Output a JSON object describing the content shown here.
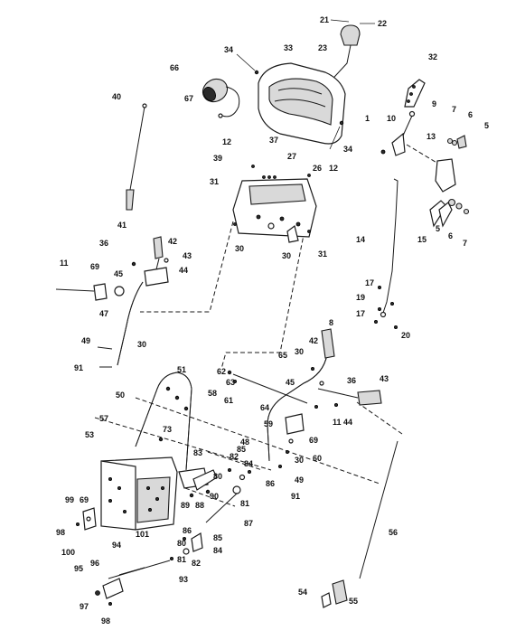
{
  "diagram": {
    "callouts": [
      {
        "id": "c21",
        "text": "21"
      },
      {
        "id": "c22",
        "text": "22"
      },
      {
        "id": "c34a",
        "text": "34"
      },
      {
        "id": "c33",
        "text": "33"
      },
      {
        "id": "c23",
        "text": "23"
      },
      {
        "id": "c32",
        "text": "32"
      },
      {
        "id": "c66",
        "text": "66"
      },
      {
        "id": "c67",
        "text": "67"
      },
      {
        "id": "c40",
        "text": "40"
      },
      {
        "id": "c9",
        "text": "9"
      },
      {
        "id": "c1",
        "text": "1"
      },
      {
        "id": "c10",
        "text": "10"
      },
      {
        "id": "c7a",
        "text": "7"
      },
      {
        "id": "c6a",
        "text": "6"
      },
      {
        "id": "c5a",
        "text": "5"
      },
      {
        "id": "c34b",
        "text": "34"
      },
      {
        "id": "c13",
        "text": "13"
      },
      {
        "id": "c12a",
        "text": "12"
      },
      {
        "id": "c37",
        "text": "37"
      },
      {
        "id": "c27",
        "text": "27"
      },
      {
        "id": "c39",
        "text": "39"
      },
      {
        "id": "c26",
        "text": "26"
      },
      {
        "id": "c12b",
        "text": "12"
      },
      {
        "id": "c31a",
        "text": "31"
      },
      {
        "id": "c14",
        "text": "14"
      },
      {
        "id": "c15",
        "text": "15"
      },
      {
        "id": "c5b",
        "text": "5"
      },
      {
        "id": "c6b",
        "text": "6"
      },
      {
        "id": "c7b",
        "text": "7"
      },
      {
        "id": "c41",
        "text": "41"
      },
      {
        "id": "c30a",
        "text": "30"
      },
      {
        "id": "c30b",
        "text": "30"
      },
      {
        "id": "c31b",
        "text": "31"
      },
      {
        "id": "c36a",
        "text": "36"
      },
      {
        "id": "c42a",
        "text": "42"
      },
      {
        "id": "c43a",
        "text": "43"
      },
      {
        "id": "c11a",
        "text": "11"
      },
      {
        "id": "c69a",
        "text": "69"
      },
      {
        "id": "c45a",
        "text": "45"
      },
      {
        "id": "c44a",
        "text": "44"
      },
      {
        "id": "c17a",
        "text": "17"
      },
      {
        "id": "c19",
        "text": "19"
      },
      {
        "id": "c17b",
        "text": "17"
      },
      {
        "id": "c20",
        "text": "20"
      },
      {
        "id": "c47",
        "text": "47"
      },
      {
        "id": "c30c",
        "text": "30"
      },
      {
        "id": "c8",
        "text": "8"
      },
      {
        "id": "c49a",
        "text": "49"
      },
      {
        "id": "c91a",
        "text": "91"
      },
      {
        "id": "c30d",
        "text": "30"
      },
      {
        "id": "c42b",
        "text": "42"
      },
      {
        "id": "c65",
        "text": "65"
      },
      {
        "id": "c62",
        "text": "62"
      },
      {
        "id": "c51",
        "text": "51"
      },
      {
        "id": "c63",
        "text": "63"
      },
      {
        "id": "c58",
        "text": "58"
      },
      {
        "id": "c45b",
        "text": "45"
      },
      {
        "id": "c36b",
        "text": "36"
      },
      {
        "id": "c43b",
        "text": "43"
      },
      {
        "id": "c61",
        "text": "61"
      },
      {
        "id": "c50",
        "text": "50"
      },
      {
        "id": "c64",
        "text": "64"
      },
      {
        "id": "c11b",
        "text": "11"
      },
      {
        "id": "c44b",
        "text": "44"
      },
      {
        "id": "c57",
        "text": "57"
      },
      {
        "id": "c73",
        "text": "73"
      },
      {
        "id": "c59",
        "text": "59"
      },
      {
        "id": "c69b",
        "text": "69"
      },
      {
        "id": "c53",
        "text": "53"
      },
      {
        "id": "c48",
        "text": "48"
      },
      {
        "id": "c60",
        "text": "60"
      },
      {
        "id": "c30e",
        "text": "30"
      },
      {
        "id": "c85a",
        "text": "85"
      },
      {
        "id": "c83",
        "text": "83"
      },
      {
        "id": "c82a",
        "text": "82"
      },
      {
        "id": "c84a",
        "text": "84"
      },
      {
        "id": "c49b",
        "text": "49"
      },
      {
        "id": "c80a",
        "text": "80"
      },
      {
        "id": "c86a",
        "text": "86"
      },
      {
        "id": "c91b",
        "text": "91"
      },
      {
        "id": "c89",
        "text": "89"
      },
      {
        "id": "c88",
        "text": "88"
      },
      {
        "id": "c90",
        "text": "90"
      },
      {
        "id": "c81a",
        "text": "81"
      },
      {
        "id": "c99",
        "text": "99"
      },
      {
        "id": "c69c",
        "text": "69"
      },
      {
        "id": "c87",
        "text": "87"
      },
      {
        "id": "c56",
        "text": "56"
      },
      {
        "id": "c98a",
        "text": "98"
      },
      {
        "id": "c101",
        "text": "101"
      },
      {
        "id": "c86b",
        "text": "86"
      },
      {
        "id": "c85b",
        "text": "85"
      },
      {
        "id": "c100",
        "text": "100"
      },
      {
        "id": "c80b",
        "text": "80"
      },
      {
        "id": "c84b",
        "text": "84"
      },
      {
        "id": "c94",
        "text": "94"
      },
      {
        "id": "c81b",
        "text": "81"
      },
      {
        "id": "c82b",
        "text": "82"
      },
      {
        "id": "c96",
        "text": "96"
      },
      {
        "id": "c93",
        "text": "93"
      },
      {
        "id": "c95",
        "text": "95"
      },
      {
        "id": "c54",
        "text": "54"
      },
      {
        "id": "c55",
        "text": "55"
      },
      {
        "id": "c97",
        "text": "97"
      },
      {
        "id": "c98b",
        "text": "98"
      }
    ]
  }
}
